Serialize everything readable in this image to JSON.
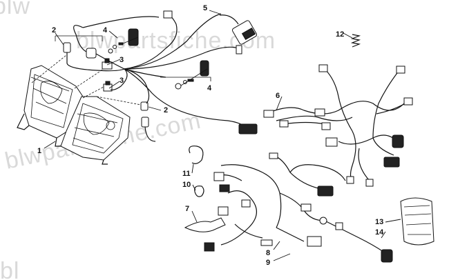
{
  "watermarks": [
    "blwpartsfiche.com",
    "blwpartsfiche.com",
    "blw",
    "bl"
  ],
  "callouts": {
    "c1": "1",
    "c2a": "2",
    "c2b": "2",
    "c3a": "3",
    "c3b": "3",
    "c4a": "4",
    "c4b": "4",
    "c5": "5",
    "c6": "6",
    "c7": "7",
    "c8": "8",
    "c9": "9",
    "c10": "10",
    "c11": "11",
    "c12": "12",
    "c13": "13",
    "c14": "14"
  }
}
